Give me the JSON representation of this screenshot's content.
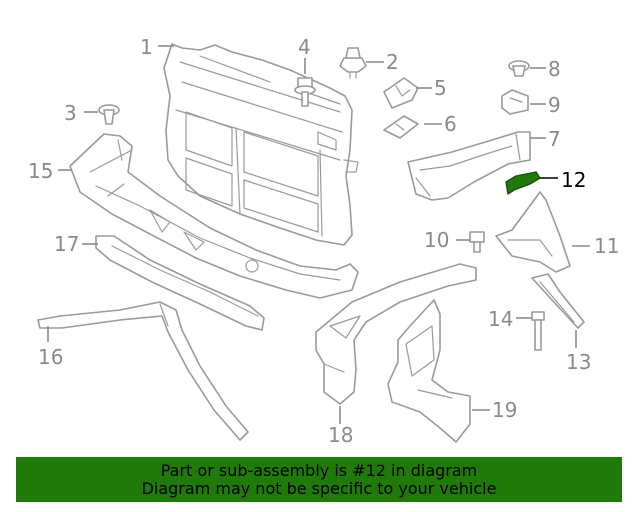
{
  "callouts": [
    {
      "number": "1"
    },
    {
      "number": "2"
    },
    {
      "number": "3"
    },
    {
      "number": "4"
    },
    {
      "number": "5"
    },
    {
      "number": "6"
    },
    {
      "number": "7"
    },
    {
      "number": "8"
    },
    {
      "number": "9"
    },
    {
      "number": "10"
    },
    {
      "number": "11"
    },
    {
      "number": "12",
      "highlighted": true
    },
    {
      "number": "13"
    },
    {
      "number": "14"
    },
    {
      "number": "15"
    },
    {
      "number": "16"
    },
    {
      "number": "17"
    },
    {
      "number": "18"
    },
    {
      "number": "19"
    }
  ],
  "banner": {
    "line1": "Part or sub-assembly is #12 in diagram",
    "line2": "Diagram may not be specific to your vehicle"
  },
  "colors": {
    "banner_bg": "#1f7a0a",
    "highlight_part": "#1f7a0a",
    "line_art": "#9a9a9a",
    "label_text": "#8a8a8a"
  }
}
